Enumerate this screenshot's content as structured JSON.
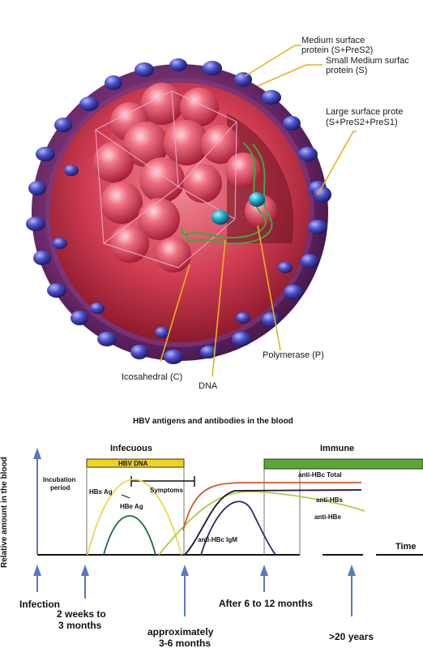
{
  "virion_labels": {
    "medium_surface_line1": "Medium surface",
    "medium_surface_line2": "protein (S+PreS2)",
    "small_surface_line1": "Small Medium surfac",
    "small_surface_line2": "protein (S)",
    "large_surface_line1": "Large surface prote",
    "large_surface_line2": "(S+PreS2+PreS1)",
    "polymerase": "Polymerase (P)",
    "icosahedral": "Icosahedral (C)",
    "dna": "DNA"
  },
  "timeline": {
    "title": "HBV antigens and antibodies in the blood",
    "y_axis_label": "Relative amount in the blood",
    "phase_infectious": "Infecuous",
    "phase_immune": "Immune",
    "bar_hbv_dna": "HBV DNA",
    "incubation_line1": "Incubation",
    "incubation_line2": "period",
    "symptoms": "Symptoms",
    "hbs_ag": "HBs Ag",
    "hbe_ag": "HBe Ag",
    "anti_hbc_igm": "anti-HBc IgM",
    "anti_hbc_total": "anti-HBc Total",
    "anti_hbs": "anti-HBs",
    "anti_hbe": "anti-HBe",
    "time_label": "Time",
    "marker_infection": "Infection",
    "marker_2weeks_line1": "2 weeks to",
    "marker_2weeks_line2": "3 months",
    "marker_approx_line1": "approximately",
    "marker_approx_line2": "3-6 months",
    "marker_after": "After 6 to 12 months",
    "marker_20years": ">20 years"
  },
  "colors": {
    "hbv_dna_bar": "#f0d21e",
    "immune_bar": "#5aa830",
    "hbs_ag": "#f2d44a",
    "hbe_ag": "#1f6a3a",
    "anti_hbc_igm": "#2a2a70",
    "anti_hbc_total": "#d9582b",
    "anti_hbs": "#1c1230",
    "anti_hbe": "#a7cf3c",
    "arrow": "#5a78c0",
    "callout_line": "#e8b21e"
  }
}
